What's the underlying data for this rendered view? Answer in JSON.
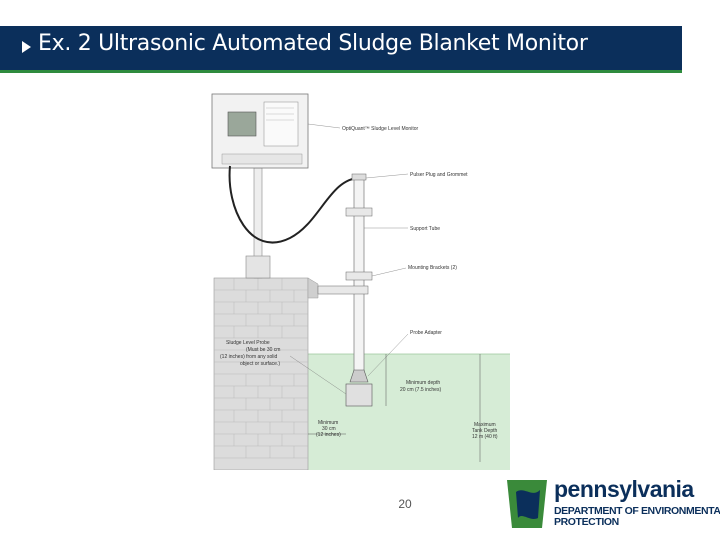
{
  "slide": {
    "title": "Ex. 2  Ultrasonic Automated Sludge Blanket Monitor",
    "page_number": "20"
  },
  "diagram": {
    "labels": {
      "monitor": "OptiQuant™ Sludge Level Monitor",
      "pulser": "Pulser Plug and Grommet",
      "support_tube": "Support Tube",
      "mounting_brackets": "Mounting Brackets (2)",
      "probe_adapter": "Probe Adapter",
      "probe_line1": "Sludge Level Probe",
      "probe_line2": "(Must be 30 cm",
      "probe_line3": "(12 inches) from any solid",
      "probe_line4": "object or surface.)",
      "min_depth_line1": "Minimum depth",
      "min_depth_line2": "20 cm (7.5 inches)",
      "minimum_line1": "Minimum",
      "minimum_line2": "30 cm",
      "minimum_line3": "(12 inches)",
      "max_depth_line1": "Maximum",
      "max_depth_line2": "Tank Depth",
      "max_depth_line3": "12 m (40 ft)"
    }
  },
  "logo": {
    "name": "pennsylvania",
    "line1": "DEPARTMENT OF ENVIRONMENTAL",
    "line2": "PROTECTION",
    "colors": {
      "navy": "#0b2f5b",
      "green": "#3a8a3a"
    }
  }
}
